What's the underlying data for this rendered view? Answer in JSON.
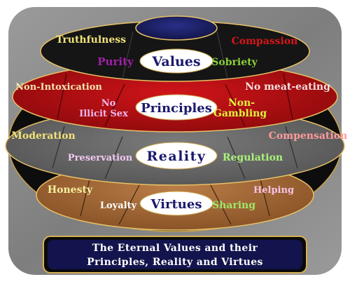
{
  "center_labels": {
    "values": "Values",
    "principles": "Principles",
    "reality": "Reality",
    "virtues": "Virtues"
  },
  "values_ring": {
    "truthfulness": "Truthfulness",
    "compassion": "Compassion",
    "purity": "Purity",
    "sobriety": "Sobriety"
  },
  "principles_ring": {
    "non_intoxication": "Non-Intoxication",
    "no_meat_eating": "No meat-eating",
    "no_illicit_sex_line1": "No",
    "no_illicit_sex_line2": "Illicit Sex",
    "non_gambling_line1": "Non-",
    "non_gambling_line2": "Gambling"
  },
  "reality_ring": {
    "moderation": "Moderation",
    "compensation": "Compensation",
    "preservation": "Preservation",
    "regulation": "Regulation"
  },
  "virtues_ring": {
    "honesty": "Honesty",
    "helping": "Helping",
    "loyalty": "Loyalty",
    "sharing": "Sharing"
  },
  "caption": {
    "line1": "The Eternal Values and their",
    "line2": "Principles, Reality and Virtues"
  },
  "colors": {
    "frame_gray": "#8f8f8f",
    "values_disc": "#1a1a1a",
    "principles_disc": "#b50d10",
    "reality_disc": "#6c6c6c",
    "virtues_disc": "#a8693a",
    "top_cap": "#1c1f6b",
    "caption_bg": "#13134d",
    "label_navy": "#1a1a6e"
  }
}
